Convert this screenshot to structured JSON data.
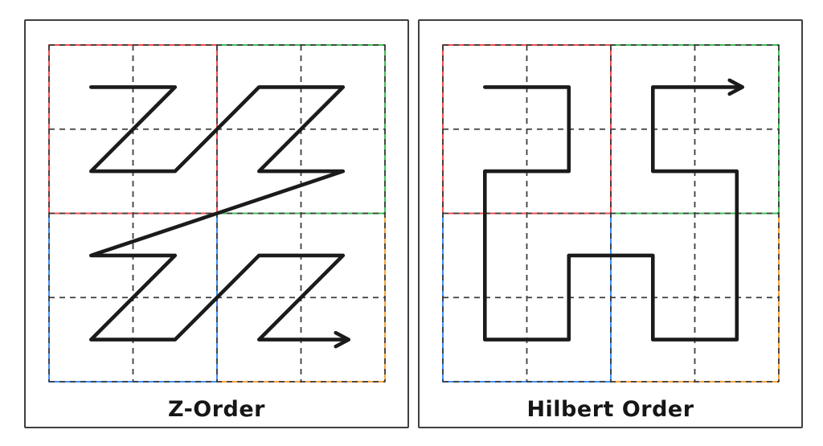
{
  "figure": {
    "type": "diagram",
    "background": "#ffffff",
    "ink_color": "#1b1b1b",
    "grid_color": "#3d3d3d",
    "panel_border_color": "#3f3f3f",
    "title_color": "#161616",
    "grid": {
      "rows": 4,
      "cols": 4
    },
    "panels": [
      {
        "title": "Z-Order",
        "curve": "z-order-morton",
        "quadrants": {
          "top-left": "#ef4d4d",
          "top-right": "#41bd57",
          "bottom-left": "#3e8ff7",
          "bottom-right": "#f7a43e"
        },
        "visit_order": [
          [
            0,
            0
          ],
          [
            1,
            0
          ],
          [
            0,
            1
          ],
          [
            1,
            1
          ],
          [
            2,
            0
          ],
          [
            3,
            0
          ],
          [
            2,
            1
          ],
          [
            3,
            1
          ],
          [
            0,
            2
          ],
          [
            1,
            2
          ],
          [
            0,
            3
          ],
          [
            1,
            3
          ],
          [
            2,
            2
          ],
          [
            3,
            2
          ],
          [
            2,
            3
          ],
          [
            3,
            3
          ]
        ],
        "end_arrow": "right"
      },
      {
        "title": "Hilbert Order",
        "curve": "hilbert",
        "quadrants": {
          "top-left": "#ef4d4d",
          "top-right": "#41bd57",
          "bottom-left": "#3e8ff7",
          "bottom-right": "#f7a43e"
        },
        "visit_order": [
          [
            0,
            0
          ],
          [
            1,
            0
          ],
          [
            1,
            1
          ],
          [
            0,
            1
          ],
          [
            0,
            2
          ],
          [
            0,
            3
          ],
          [
            1,
            3
          ],
          [
            1,
            2
          ],
          [
            2,
            2
          ],
          [
            2,
            3
          ],
          [
            3,
            3
          ],
          [
            3,
            2
          ],
          [
            3,
            1
          ],
          [
            2,
            1
          ],
          [
            2,
            0
          ],
          [
            3,
            0
          ]
        ],
        "end_arrow": "right"
      }
    ]
  }
}
